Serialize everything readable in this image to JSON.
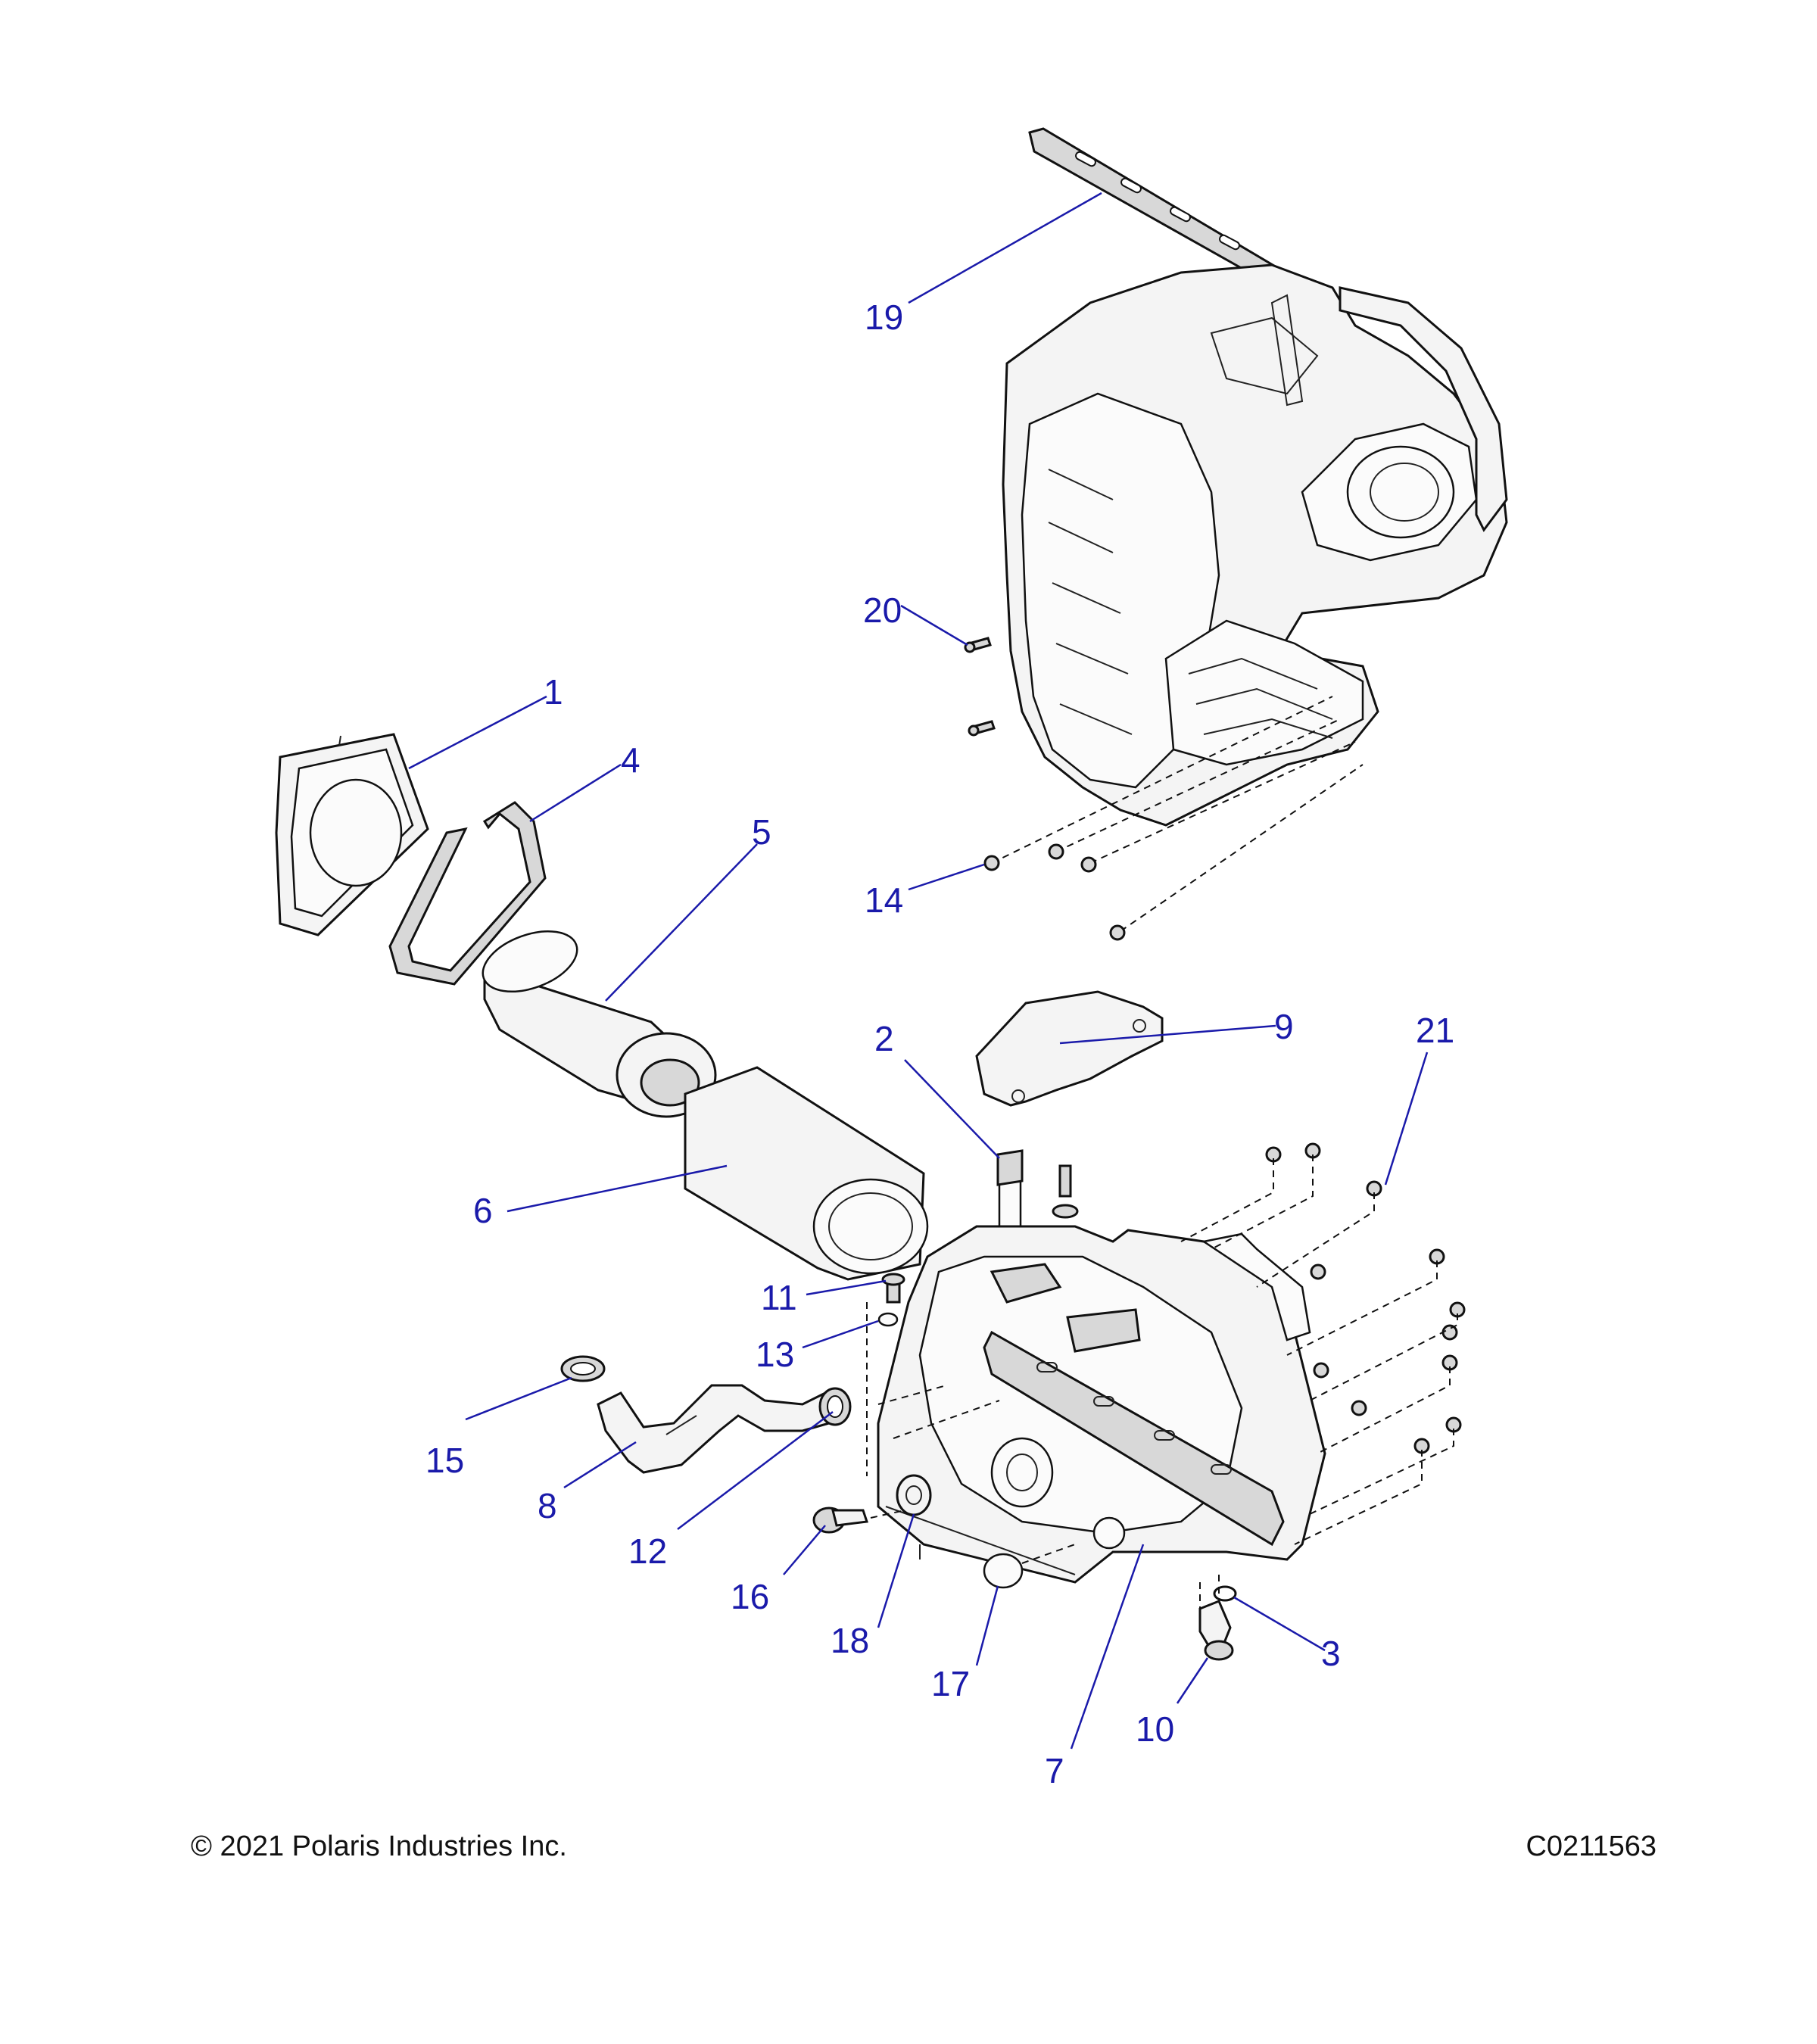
{
  "footer": {
    "copyright": "© 2021 Polaris Industries Inc.",
    "diagram_id": "C0211563"
  },
  "callouts": [
    {
      "id": "1",
      "label": "1"
    },
    {
      "id": "2",
      "label": "2"
    },
    {
      "id": "3",
      "label": "3"
    },
    {
      "id": "4",
      "label": "4"
    },
    {
      "id": "5",
      "label": "5"
    },
    {
      "id": "6",
      "label": "6"
    },
    {
      "id": "7",
      "label": "7"
    },
    {
      "id": "8",
      "label": "8"
    },
    {
      "id": "9",
      "label": "9"
    },
    {
      "id": "10",
      "label": "10"
    },
    {
      "id": "11",
      "label": "11"
    },
    {
      "id": "12",
      "label": "12"
    },
    {
      "id": "13",
      "label": "13"
    },
    {
      "id": "14",
      "label": "14"
    },
    {
      "id": "15",
      "label": "15"
    },
    {
      "id": "16",
      "label": "16"
    },
    {
      "id": "17",
      "label": "17"
    },
    {
      "id": "18",
      "label": "18"
    },
    {
      "id": "19",
      "label": "19"
    },
    {
      "id": "20",
      "label": "20"
    },
    {
      "id": "21",
      "label": "21"
    }
  ],
  "colors": {
    "callout": "#1a1aaa",
    "line_art": "#111111",
    "background": "#ffffff"
  }
}
